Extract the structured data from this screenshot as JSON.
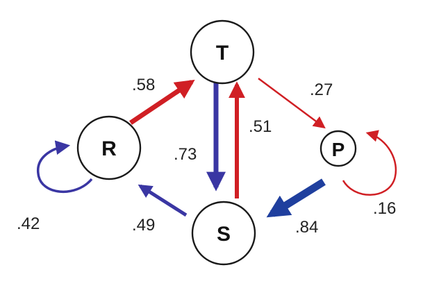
{
  "colors": {
    "red": "#d01f24",
    "blue": "#3a36a3",
    "thick_blue": "#1f3f9e"
  },
  "nodes": {
    "T": "T",
    "R": "R",
    "P": "P",
    "S": "S"
  },
  "edges": [
    {
      "name": "edge-r-to-t",
      "from": "R",
      "to": "T",
      "color": "red",
      "label": ".58"
    },
    {
      "name": "edge-t-to-s",
      "from": "T",
      "to": "S",
      "color": "blue",
      "label": ".73"
    },
    {
      "name": "edge-s-to-t",
      "from": "S",
      "to": "T",
      "color": "red",
      "label": ".51"
    },
    {
      "name": "edge-t-to-p",
      "from": "T",
      "to": "P",
      "color": "red",
      "label": ".27"
    },
    {
      "name": "edge-p-to-s",
      "from": "P",
      "to": "S",
      "color": "thick_blue",
      "label": ".84"
    },
    {
      "name": "edge-s-to-r",
      "from": "S",
      "to": "R",
      "color": "blue",
      "label": ".49"
    },
    {
      "name": "loop-r",
      "from": "R",
      "to": "R",
      "color": "blue",
      "label": ".42"
    },
    {
      "name": "loop-p",
      "from": "P",
      "to": "P",
      "color": "red",
      "label": ".16"
    }
  ]
}
